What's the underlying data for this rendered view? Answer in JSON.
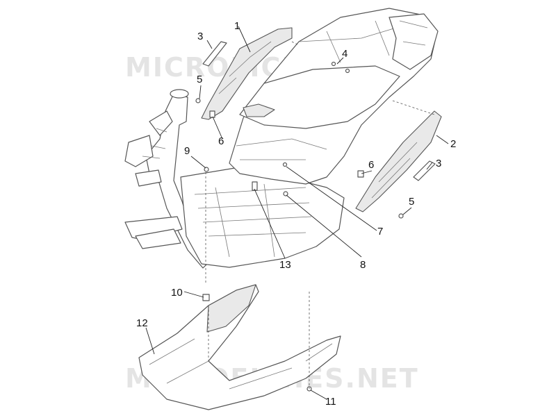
{
  "watermarks": [
    "MICROFICHES.NET",
    "MICROFICHES.NET"
  ],
  "callouts": {
    "c1": "1",
    "c2": "2",
    "c3a": "3",
    "c3b": "3",
    "c4": "4",
    "c5a": "5",
    "c5b": "5",
    "c6a": "6",
    "c6b": "6",
    "c7": "7",
    "c8": "8",
    "c9": "9",
    "c10": "10",
    "c11": "11",
    "c12": "12",
    "c13": "13"
  },
  "colors": {
    "line": "#555555",
    "label": "#111111",
    "watermark": "#cfcfcf",
    "shade": "#e9e9e9"
  }
}
